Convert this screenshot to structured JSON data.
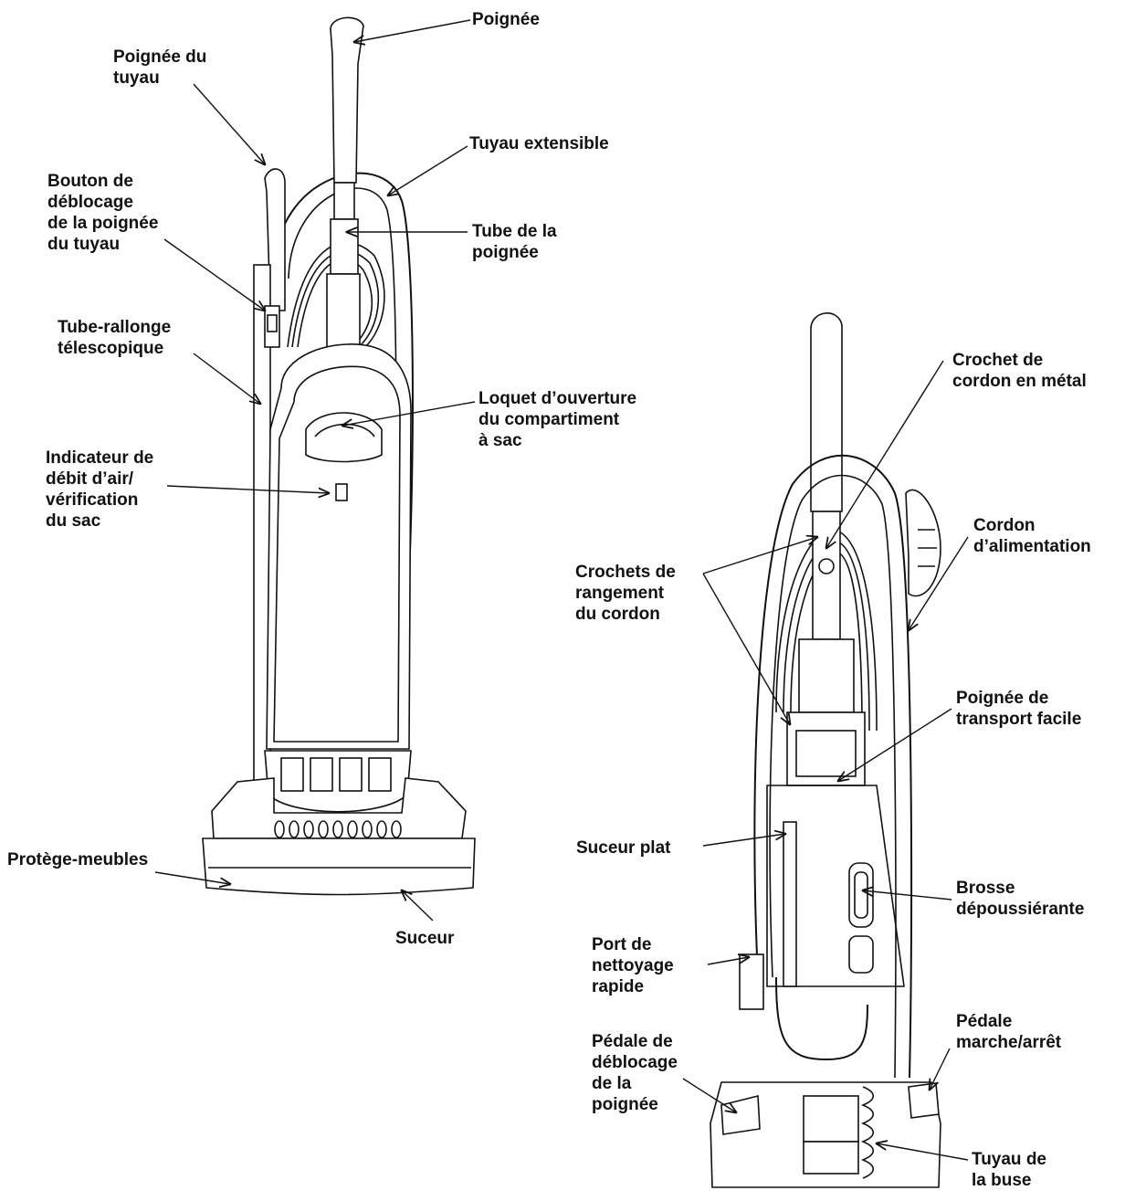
{
  "colors": {
    "ink": "#111111",
    "background": "#ffffff"
  },
  "labels": {
    "poignee": [
      "Poignée"
    ],
    "poignee_tuyau": [
      "Poignée du",
      "tuyau"
    ],
    "tuyau_extensible": [
      "Tuyau extensible"
    ],
    "bouton_deblocage": [
      "Bouton de",
      "déblocage",
      "de la poignée",
      "du tuyau"
    ],
    "tube_poignee": [
      "Tube de la",
      "poignée"
    ],
    "tube_rallonge": [
      "Tube-rallonge",
      "télescopique"
    ],
    "loquet": [
      "Loquet d’ouverture",
      "du compartiment",
      "à sac"
    ],
    "indicateur": [
      "Indicateur de",
      "débit d’air/",
      "vérification",
      "du sac"
    ],
    "protege_meubles": [
      "Protège-meubles"
    ],
    "suceur": [
      "Suceur"
    ],
    "crochet_metal": [
      "Crochet de",
      "cordon en métal"
    ],
    "cordon_alim": [
      "Cordon",
      "d’alimentation"
    ],
    "crochets_rangement": [
      "Crochets de",
      "rangement",
      "du cordon"
    ],
    "poignee_transport": [
      "Poignée de",
      "transport facile"
    ],
    "suceur_plat": [
      "Suceur plat"
    ],
    "brosse": [
      "Brosse",
      "dépoussiérante"
    ],
    "port_nettoyage": [
      "Port de",
      "nettoyage",
      "rapide"
    ],
    "pedale_marche": [
      "Pédale",
      "marche/arrêt"
    ],
    "pedale_deblocage": [
      "Pédale de",
      "déblocage",
      "de la",
      "poignée"
    ],
    "tuyau_buse": [
      "Tuyau de",
      "la buse"
    ]
  }
}
